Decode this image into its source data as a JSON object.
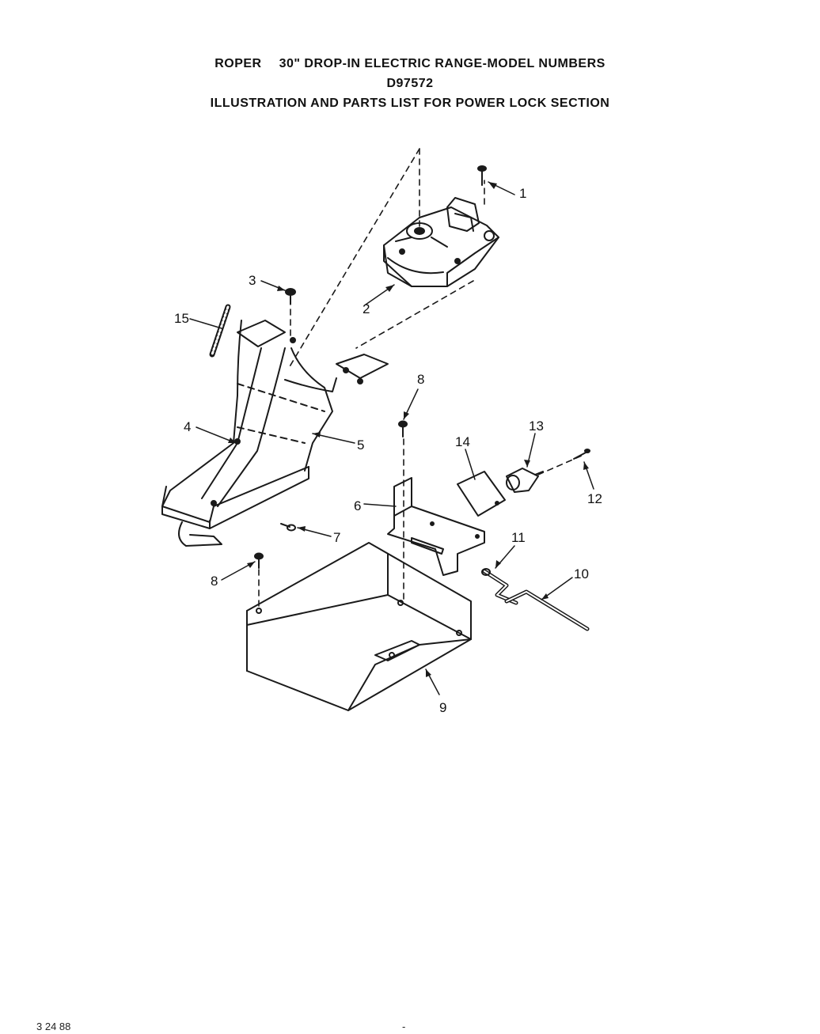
{
  "header": {
    "brand": "ROPER",
    "title": "30\" DROP-IN ELECTRIC RANGE-MODEL NUMBERS",
    "model": "D97572",
    "subtitle": "ILLUSTRATION AND PARTS LIST FOR POWER LOCK SECTION"
  },
  "callouts": [
    "1",
    "2",
    "3",
    "4",
    "5",
    "6",
    "7",
    "8",
    "8",
    "9",
    "10",
    "11",
    "12",
    "13",
    "14",
    "15"
  ],
  "footer": {
    "date": "3 24 88",
    "page": "-"
  }
}
